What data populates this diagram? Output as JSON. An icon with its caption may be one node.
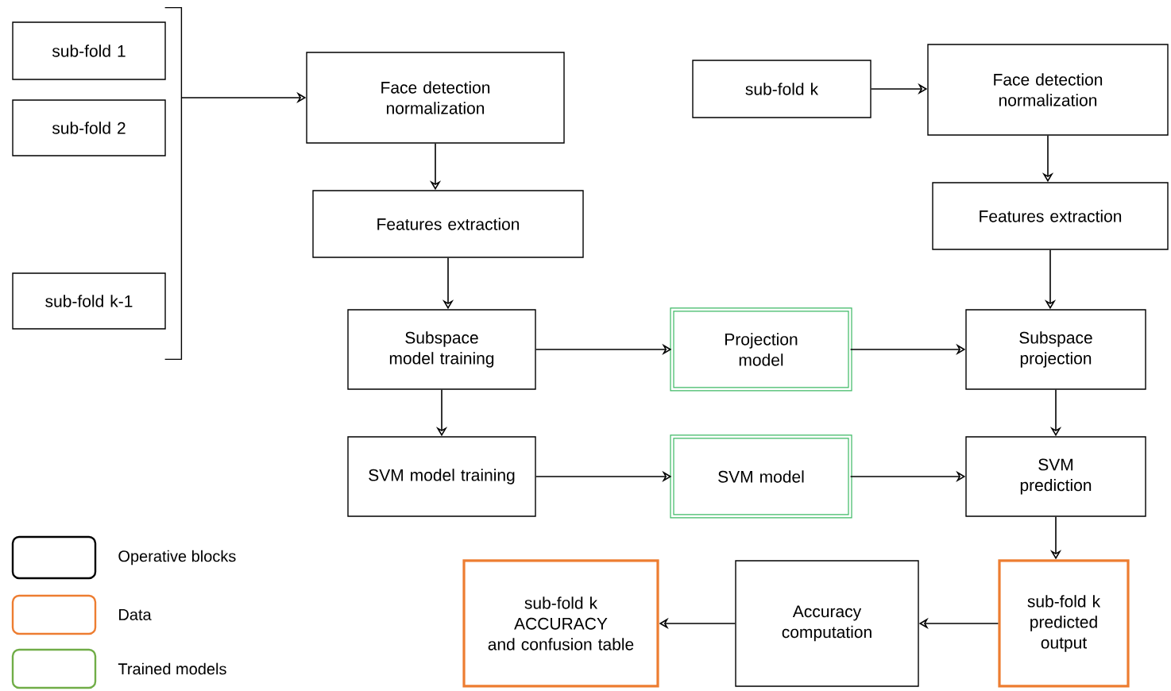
{
  "diagram": {
    "nodes": [
      {
        "text": [
          "sub-fold 1"
        ]
      },
      {
        "text": [
          "sub-fold 2"
        ]
      },
      {
        "text": [
          "sub-fold k-1"
        ]
      },
      {
        "text": [],
        "shape": "bracket"
      },
      {
        "text": [
          "Face detection normalization"
        ]
      },
      {
        "text": [
          "Features extraction"
        ]
      },
      {
        "text": [
          "Subspace model training"
        ]
      },
      {
        "text": [
          "SVM model training"
        ]
      },
      {
        "text": [
          "Projection model"
        ]
      },
      {
        "text": [
          "SVM model"
        ]
      },
      {
        "text": [
          "sub-fold k"
        ]
      },
      {
        "text": [
          "Face detection normalization"
        ]
      },
      {
        "text": [
          "Features extraction"
        ]
      },
      {
        "text": [
          "Subspace projection"
        ]
      },
      {
        "text": [
          "SVM prediction"
        ]
      },
      {
        "text": [
          "sub-fold k predicted output"
        ]
      },
      {
        "text": [
          "Accuracy computation"
        ]
      },
      {
        "text": [
          "sub-fold k ACCURACY and confusion table"
        ]
      }
    ],
    "edges": [
      {
        "from": 3,
        "to": 4,
        "arrow": "to"
      },
      {
        "from": 4,
        "to": 5,
        "arrow": "to"
      },
      {
        "from": 5,
        "to": 6,
        "arrow": "to"
      },
      {
        "from": 6,
        "to": 7,
        "arrow": "to"
      },
      {
        "from": 6,
        "to": 8,
        "arrow": "to"
      },
      {
        "from": 8,
        "to": 13,
        "arrow": "to"
      },
      {
        "from": 7,
        "to": 9,
        "arrow": "to"
      },
      {
        "from": 9,
        "to": 14,
        "arrow": "to"
      },
      {
        "from": 10,
        "to": 11,
        "arrow": "to"
      },
      {
        "from": 11,
        "to": 12,
        "arrow": "to"
      },
      {
        "from": 12,
        "to": 13,
        "arrow": "to"
      },
      {
        "from": 13,
        "to": 14,
        "arrow": "to"
      },
      {
        "from": 14,
        "to": 15,
        "arrow": "to"
      },
      {
        "from": 15,
        "to": 16,
        "arrow": "to"
      },
      {
        "from": 16,
        "to": 17,
        "arrow": "to"
      }
    ],
    "legend": [
      {
        "text": "Operative blocks",
        "color": "#000000"
      },
      {
        "text": "Data",
        "color": "#ed7d31"
      },
      {
        "text": "Trained models",
        "color": "#70ad47"
      }
    ]
  }
}
